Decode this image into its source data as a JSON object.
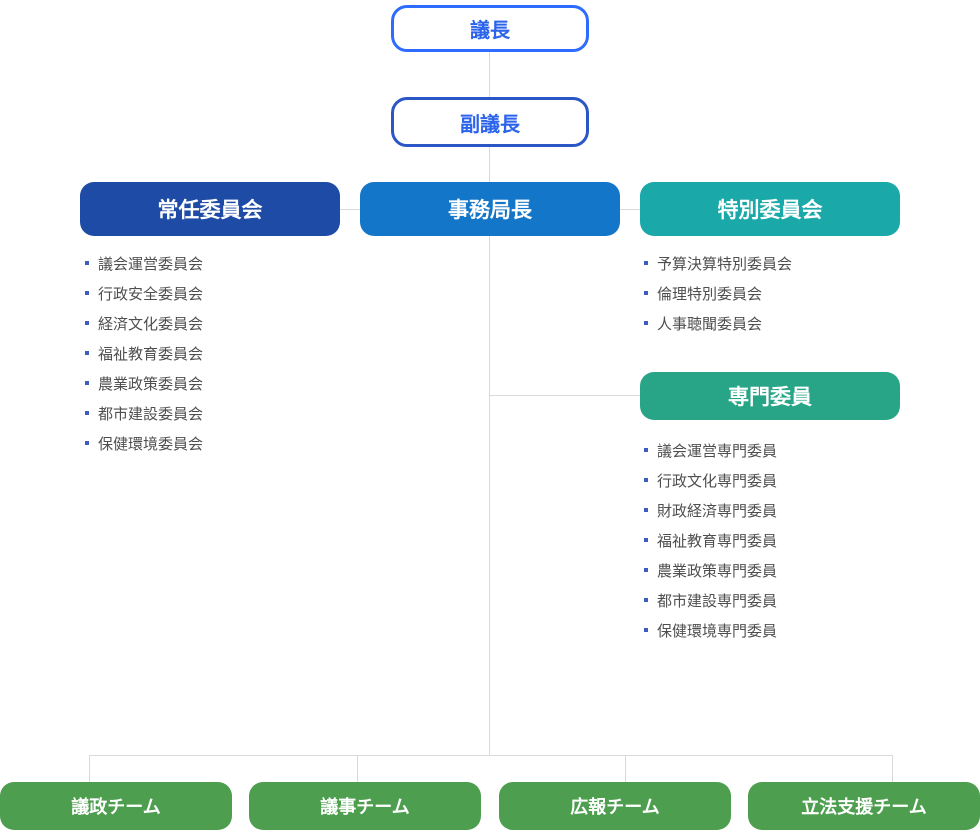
{
  "colors": {
    "chairman_border": "#2d6cff",
    "vice_chairman_border": "#2a56c6",
    "node_text_blue": "#2b63ea",
    "standing_fill": "#1e4ba5",
    "secretary_fill": "#1476c8",
    "special_fill": "#1aa8a8",
    "experts_fill": "#28a586",
    "team_fill": "#4d9e4f",
    "connector_line": "#d9d9d9",
    "list_text": "#4f4f4f",
    "bullet": "#3c5cc0"
  },
  "nodes": {
    "chairman": {
      "label": "議長"
    },
    "vice_chairman": {
      "label": "副議長"
    },
    "standing_committee": {
      "label": "常任委員会",
      "items": [
        "議会運営委員会",
        "行政安全委員会",
        "経済文化委員会",
        "福祉教育委員会",
        "農業政策委員会",
        "都市建設委員会",
        "保健環境委員会"
      ]
    },
    "secretary_general": {
      "label": "事務局長"
    },
    "special_committee": {
      "label": "特別委員会",
      "items": [
        "予算決算特別委員会",
        "倫理特別委員会",
        "人事聴聞委員会"
      ]
    },
    "expert_members": {
      "label": "専門委員",
      "items": [
        "議会運営専門委員",
        "行政文化専門委員",
        "財政経済専門委員",
        "福祉教育専門委員",
        "農業政策専門委員",
        "都市建設専門委員",
        "保健環境専門委員"
      ]
    },
    "teams": [
      {
        "label": "議政チーム"
      },
      {
        "label": "議事チーム"
      },
      {
        "label": "広報チーム"
      },
      {
        "label": "立法支援チーム"
      }
    ]
  }
}
